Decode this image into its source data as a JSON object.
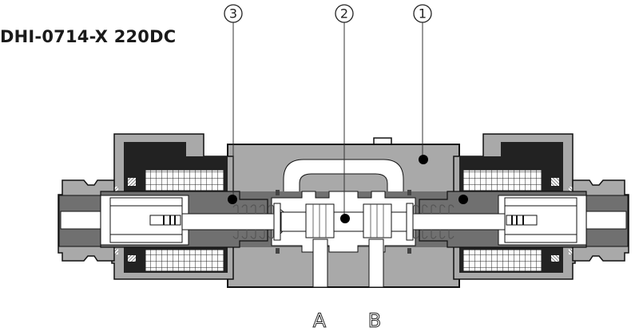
{
  "title": "DHI-0714-X 220DC",
  "callouts": [
    {
      "number": "3",
      "symbol": "③"
    },
    {
      "number": "2",
      "symbol": "②"
    },
    {
      "number": "1",
      "symbol": "①"
    }
  ],
  "ports": {
    "a": "A",
    "b": "B"
  },
  "colors": {
    "body": "#a9a9a9",
    "dark": "#6f6f6f",
    "coil": "#222222",
    "line": "#111111"
  }
}
